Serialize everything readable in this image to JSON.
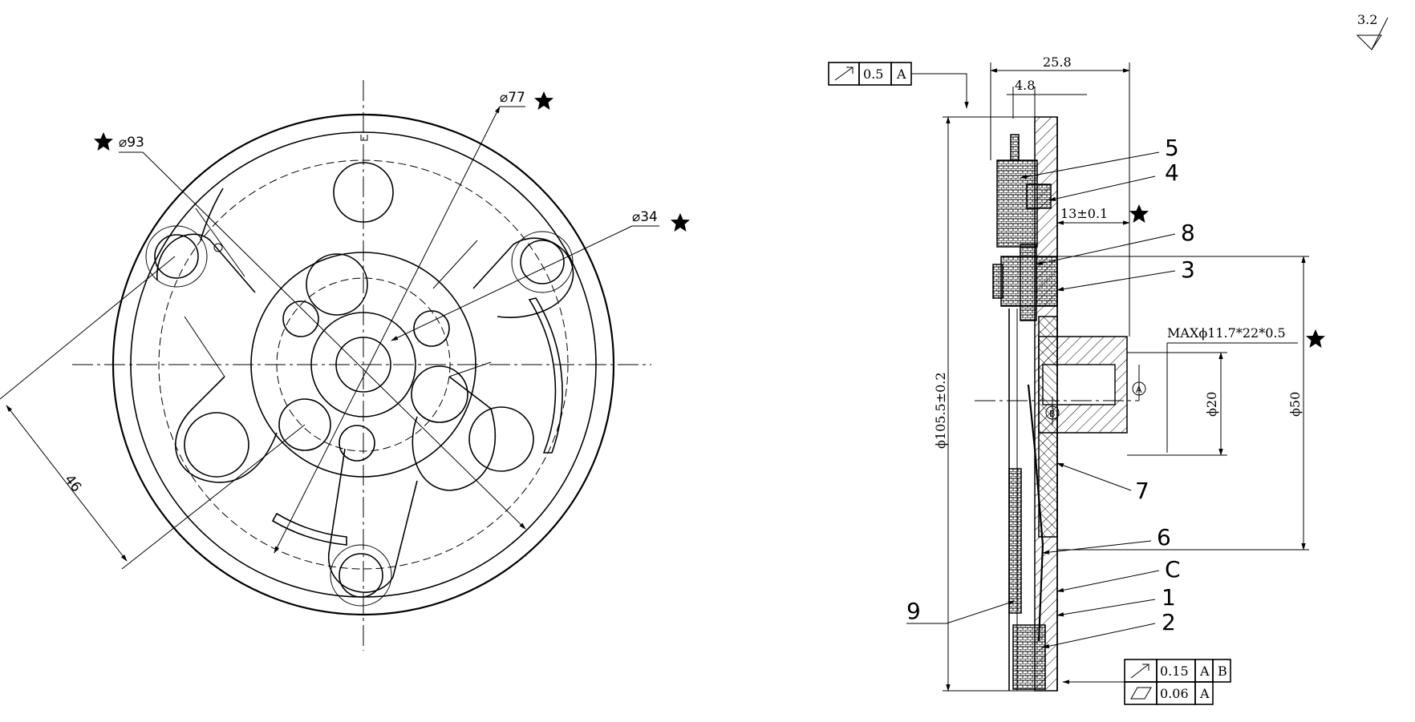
{
  "front_view": {
    "dim_d93": "⌀93",
    "dim_d77": "⌀77",
    "dim_d34": "⌀34",
    "dim_46": "46"
  },
  "section_view": {
    "runout_top": {
      "tolerance": "0.5",
      "datum": "A"
    },
    "dim_25_8": "25.8",
    "dim_4_8": "4.8",
    "dim_13": "13±0.1",
    "dim_max": "MAXϕ11.7*22*0.5",
    "dim_d20": "ϕ20",
    "dim_d50": "ϕ50",
    "dim_d105": "ϕ105.5±0.2",
    "datum_a": "A",
    "datum_b": "B",
    "runout_bottom": {
      "tolerance": "0.15",
      "datum1": "A",
      "datum2": "B"
    },
    "flatness_bottom": {
      "tolerance": "0.06",
      "datum": "A"
    },
    "balloons": {
      "p5": "5",
      "p4": "4",
      "p8": "8",
      "p3": "3",
      "p7": "7",
      "p6": "6",
      "pC": "C",
      "p1": "1",
      "p2": "2",
      "p9": "9"
    }
  },
  "surface_finish": "3.2"
}
